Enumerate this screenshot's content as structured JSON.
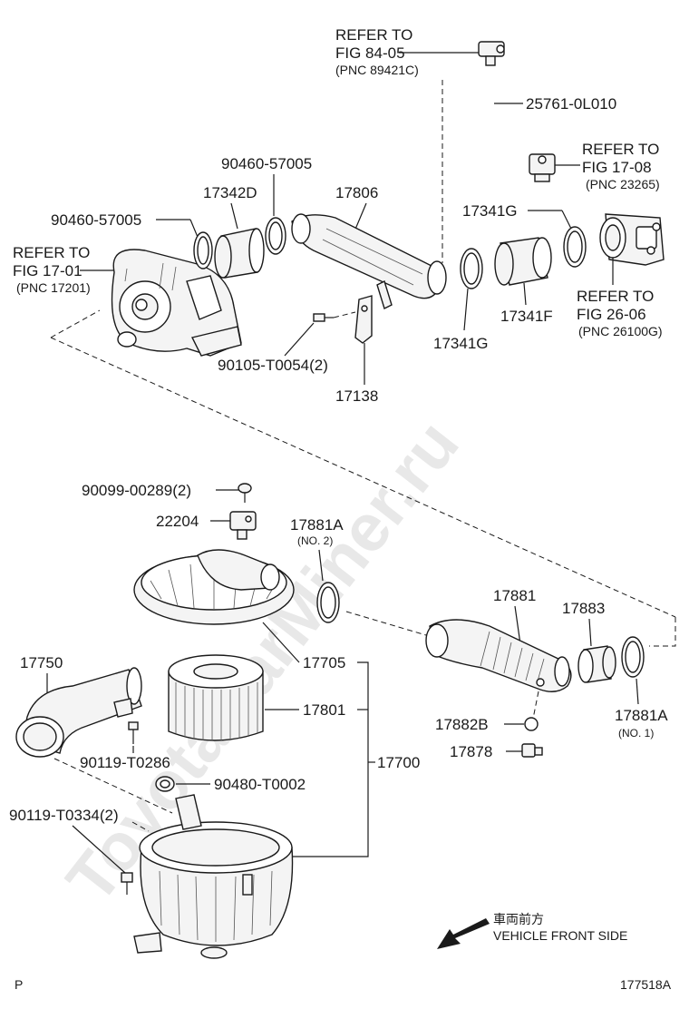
{
  "diagram": {
    "figure_id": "177518A",
    "page_marker": "P",
    "watermark": "ToyotaCarMiner.ru",
    "direction_label_jp": "車両前方",
    "direction_label_en": "VEHICLE FRONT SIDE",
    "references": {
      "fig_84_05": [
        "REFER TO",
        "FIG 84-05",
        "(PNC 89421C)"
      ],
      "fig_17_08": [
        "REFER TO",
        "FIG 17-08",
        "(PNC 23265)"
      ],
      "fig_17_01": [
        "REFER TO",
        "FIG 17-01",
        "(PNC 17201)"
      ],
      "fig_26_06": [
        "REFER TO",
        "FIG 26-06",
        "(PNC 26100G)"
      ]
    },
    "parts": {
      "p25761": "25761-0L010",
      "p90460_a": "90460-57005",
      "p90460_b": "90460-57005",
      "p17342D": "17342D",
      "p17806": "17806",
      "p17341G_top": "17341G",
      "p17341G_bottom": "17341G",
      "p17341F": "17341F",
      "p90105": "90105-T0054(2)",
      "p17138": "17138",
      "p90099": "90099-00289(2)",
      "p22204": "22204",
      "p17881A_2": "17881A",
      "p17881A_2_note": "(NO. 2)",
      "p17881": "17881",
      "p17883": "17883",
      "p17750": "17750",
      "p17705": "17705",
      "p17801": "17801",
      "p17700": "17700",
      "p17882B": "17882B",
      "p17881A_1": "17881A",
      "p17881A_1_note": "(NO. 1)",
      "p17878": "17878",
      "p90119_a": "90119-T0286",
      "p90480": "90480-T0002",
      "p90119_b": "90119-T0334(2)"
    }
  }
}
